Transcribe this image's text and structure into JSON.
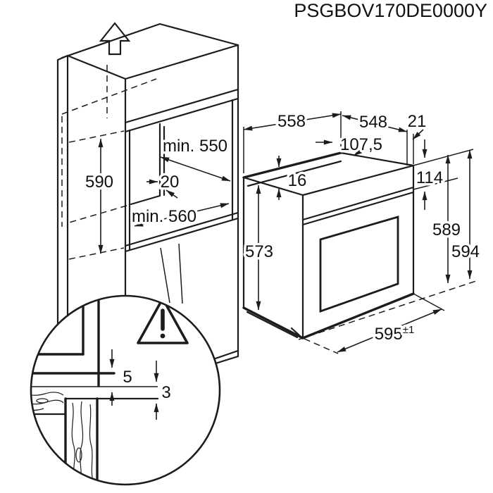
{
  "colors": {
    "ink": "#1c1c1c",
    "background": "#ffffff"
  },
  "header": {
    "title": "PSGBOV170DE0000Y"
  },
  "cabinet": {
    "niche_height": "590",
    "niche_depth_min": "min. 550",
    "rear_gap": "20",
    "niche_width_min": "min. 560"
  },
  "oven": {
    "depth": "558",
    "body_width": "548",
    "front_overhang": "21",
    "top_offset": "107,5",
    "top_rim": "16",
    "panel_height": "114",
    "body_height": "573",
    "height_to_rim": "589",
    "total_height": "594",
    "front_width": "595",
    "front_width_tolerance": "±1"
  },
  "detail_inset": {
    "upper_gap": "5",
    "lower_gap": "3"
  },
  "icons": {
    "up_arrow": "up-arrow-outline",
    "warning": "warning-triangle-exclamation"
  }
}
